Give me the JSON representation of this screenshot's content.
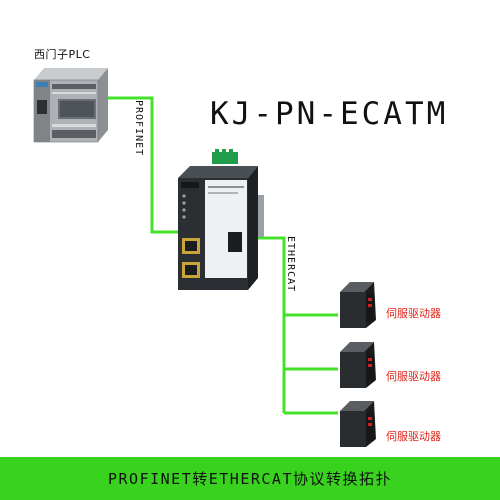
{
  "plc": {
    "label": "西门子PLC"
  },
  "gateway": {
    "model": "KJ-PN-ECATM"
  },
  "links": {
    "upstream": "PROFINET",
    "downstream": "ETHERCAT"
  },
  "drives": [
    {
      "label": "伺服驱动器"
    },
    {
      "label": "伺服驱动器"
    },
    {
      "label": "伺服驱动器"
    }
  ],
  "footer": {
    "caption": "PROFINET转ETHERCAT协议转换拓扑"
  },
  "colors": {
    "link": "#45e02a",
    "footer_bg": "#39d31f",
    "drive_label": "#e0241b",
    "device_body": "#2b2f33"
  }
}
